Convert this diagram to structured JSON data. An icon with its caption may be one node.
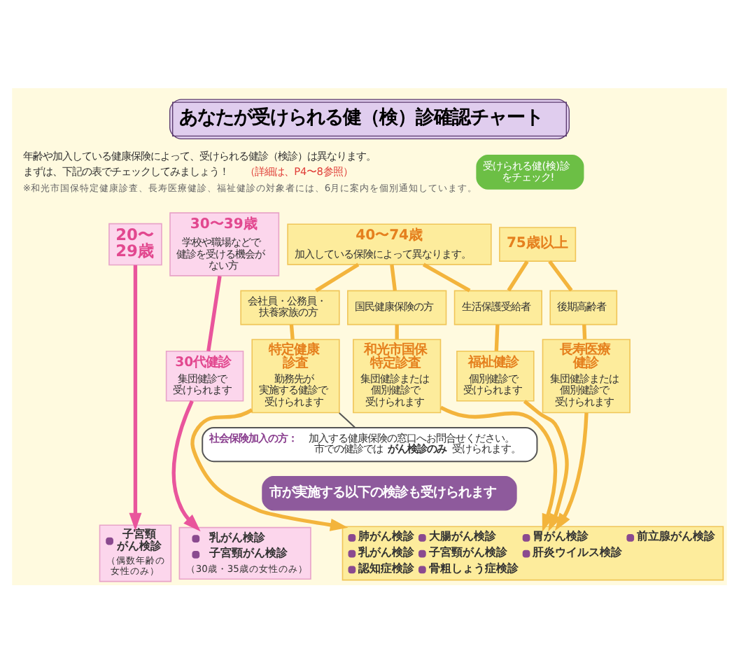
{
  "diagram": {
    "title": "あなたが受けられる健（検）診確認チャート",
    "nodes": [
      {
        "text": [
          "受けられる健(検)診をチェック!"
        ]
      },
      {
        "text": [
          "20〜29歳"
        ]
      },
      {
        "text": [
          "30〜39歳",
          "学校や職場などで健診を受ける機会がない方"
        ]
      },
      {
        "text": [
          "40〜74歳",
          "加入している保険によって異なります。"
        ]
      },
      {
        "text": [
          "75歳以上"
        ]
      },
      {
        "text": [
          "会社員・公務員・扶養家族の方"
        ]
      },
      {
        "text": [
          "国民健康保険の方"
        ]
      },
      {
        "text": [
          "生活保護受給者"
        ]
      },
      {
        "text": [
          "後期高齢者"
        ]
      },
      {
        "text": [
          "30代健診",
          "集団健診で受けられます"
        ]
      },
      {
        "text": [
          "特定健康診査",
          "勤務先が実施する健診で受けられます"
        ]
      },
      {
        "text": [
          "和光市国保特定診査",
          "集団健診または個別健診で受けられます"
        ]
      },
      {
        "text": [
          "福祉健診",
          "個別健診で受けられます"
        ]
      },
      {
        "text": [
          "長寿医療健診",
          "集団健診または個別健診で受けられます"
        ]
      },
      {
        "text": [
          "社会保険加入の方：",
          "加入する健康保険の窓口へお問合せください。市での健診では**がん検診のみ**受けられます。"
        ]
      },
      {
        "text": [
          "市が実施する以下の検診も受けられます"
        ]
      },
      {
        "text": [
          "子宮頸がん検診",
          "（偶数年齢の女性のみ）"
        ]
      },
      {
        "text": [
          "乳がん検診",
          "子宮頸がん検診",
          "（30歳・35歳の女性のみ）"
        ]
      },
      {
        "text": [
          "肺がん検診",
          "大腸がん検診",
          "胃がん検診",
          "前立腺がん検診",
          "乳がん検診",
          "子宮頸がん検診",
          "肝炎ウイルス検診",
          "認知症検診",
          "骨粗しょう症検診"
        ]
      }
    ],
    "edges": [
      {
        "from": 2,
        "to": 9,
        "arrow": "none",
        "color": "#e9559c"
      },
      {
        "from": 3,
        "to": 5,
        "arrow": "none"
      },
      {
        "from": 3,
        "to": 6,
        "arrow": "none"
      },
      {
        "from": 3,
        "to": 7,
        "arrow": "none"
      },
      {
        "from": 4,
        "to": 7,
        "arrow": "none"
      },
      {
        "from": 4,
        "to": 8,
        "arrow": "none"
      },
      {
        "from": 5,
        "to": 10,
        "arrow": "none"
      },
      {
        "from": 6,
        "to": 11,
        "arrow": "none"
      },
      {
        "from": 7,
        "to": 12,
        "arrow": "none"
      },
      {
        "from": 8,
        "to": 13,
        "arrow": "none"
      },
      {
        "from": 14,
        "to": 10,
        "arrow": "none",
        "color": "#555555"
      },
      {
        "from": 1,
        "to": 16,
        "arrow": "to",
        "color": "#e9559c"
      },
      {
        "from": 9,
        "to": 17,
        "arrow": "to",
        "color": "#e9559c"
      },
      {
        "from": 10,
        "to": 18,
        "arrow": "to"
      },
      {
        "from": 11,
        "to": 18,
        "arrow": "to"
      },
      {
        "from": 12,
        "to": 18,
        "arrow": "to"
      },
      {
        "from": 13,
        "to": 18,
        "arrow": "to"
      }
    ],
    "labels": [
      "年齢や加入している健康保険によって、受けられる健診（検診）は異なります。",
      "まずは、下記の表でチェックしてみましょう！",
      "（詳細は、P4〜8参照）",
      "※和光市国保特定健康診査、長寿医療健診、福祉健診の対象者には、6月に案内を個別通知しています。"
    ]
  }
}
